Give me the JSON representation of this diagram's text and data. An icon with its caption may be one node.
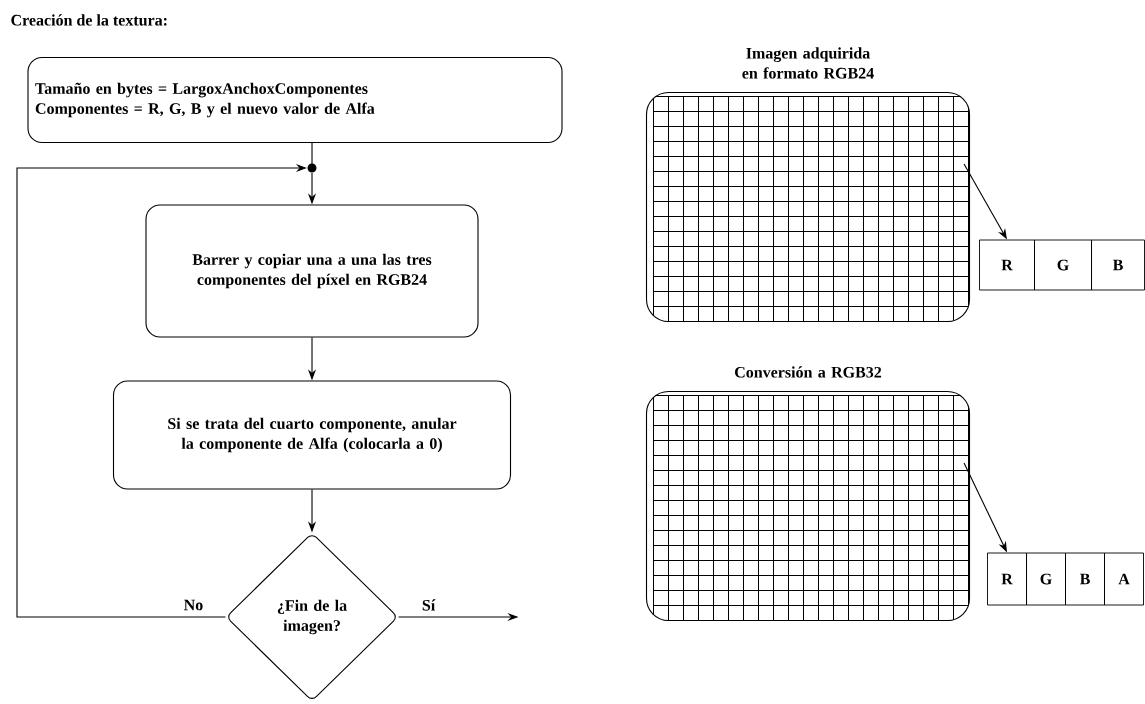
{
  "diagram": {
    "nodes": [
      {
        "text": [
          "Tamaño en bytes = LargoxAnchoxComponentes",
          "Componentes = R, G, B y el nuevo valor de Alfa"
        ]
      },
      {
        "text": [],
        "shape": "circle"
      },
      {
        "text": [
          "Barrer y copiar una a una las tres componentes del píxel en RGB24"
        ]
      },
      {
        "text": [
          "Si se trata del cuarto componente, anular la componente de Alfa (colocarla a 0)"
        ]
      },
      {
        "text": [
          "¿Fin de la imagen?"
        ]
      },
      {
        "text": [
          "Imagen adquirida en formato RGB24"
        ]
      },
      {
        "text": [
          "R"
        ]
      },
      {
        "text": [
          "G"
        ]
      },
      {
        "text": [
          "B"
        ]
      },
      {
        "text": [
          "Conversión a RGB32"
        ]
      },
      {
        "text": [
          "R"
        ]
      },
      {
        "text": [
          "G"
        ]
      },
      {
        "text": [
          "B"
        ]
      },
      {
        "text": [
          "A"
        ]
      }
    ],
    "edges": [
      {
        "from": 0,
        "to": 1,
        "arrow": "none"
      },
      {
        "from": 1,
        "to": 2,
        "arrow": "to"
      },
      {
        "from": 2,
        "to": 3,
        "arrow": "to"
      },
      {
        "from": 3,
        "to": 4,
        "arrow": "to"
      },
      {
        "from": 4,
        "to": 1,
        "arrow": "to",
        "label": "No"
      },
      {
        "from": 4,
        "to": null,
        "arrow": "to",
        "label": "Sí"
      },
      {
        "from": 5,
        "to": 6,
        "arrow": "to"
      },
      {
        "from": 9,
        "to": 10,
        "arrow": "to"
      }
    ],
    "labels": [
      "Creación de la textura:"
    ]
  }
}
